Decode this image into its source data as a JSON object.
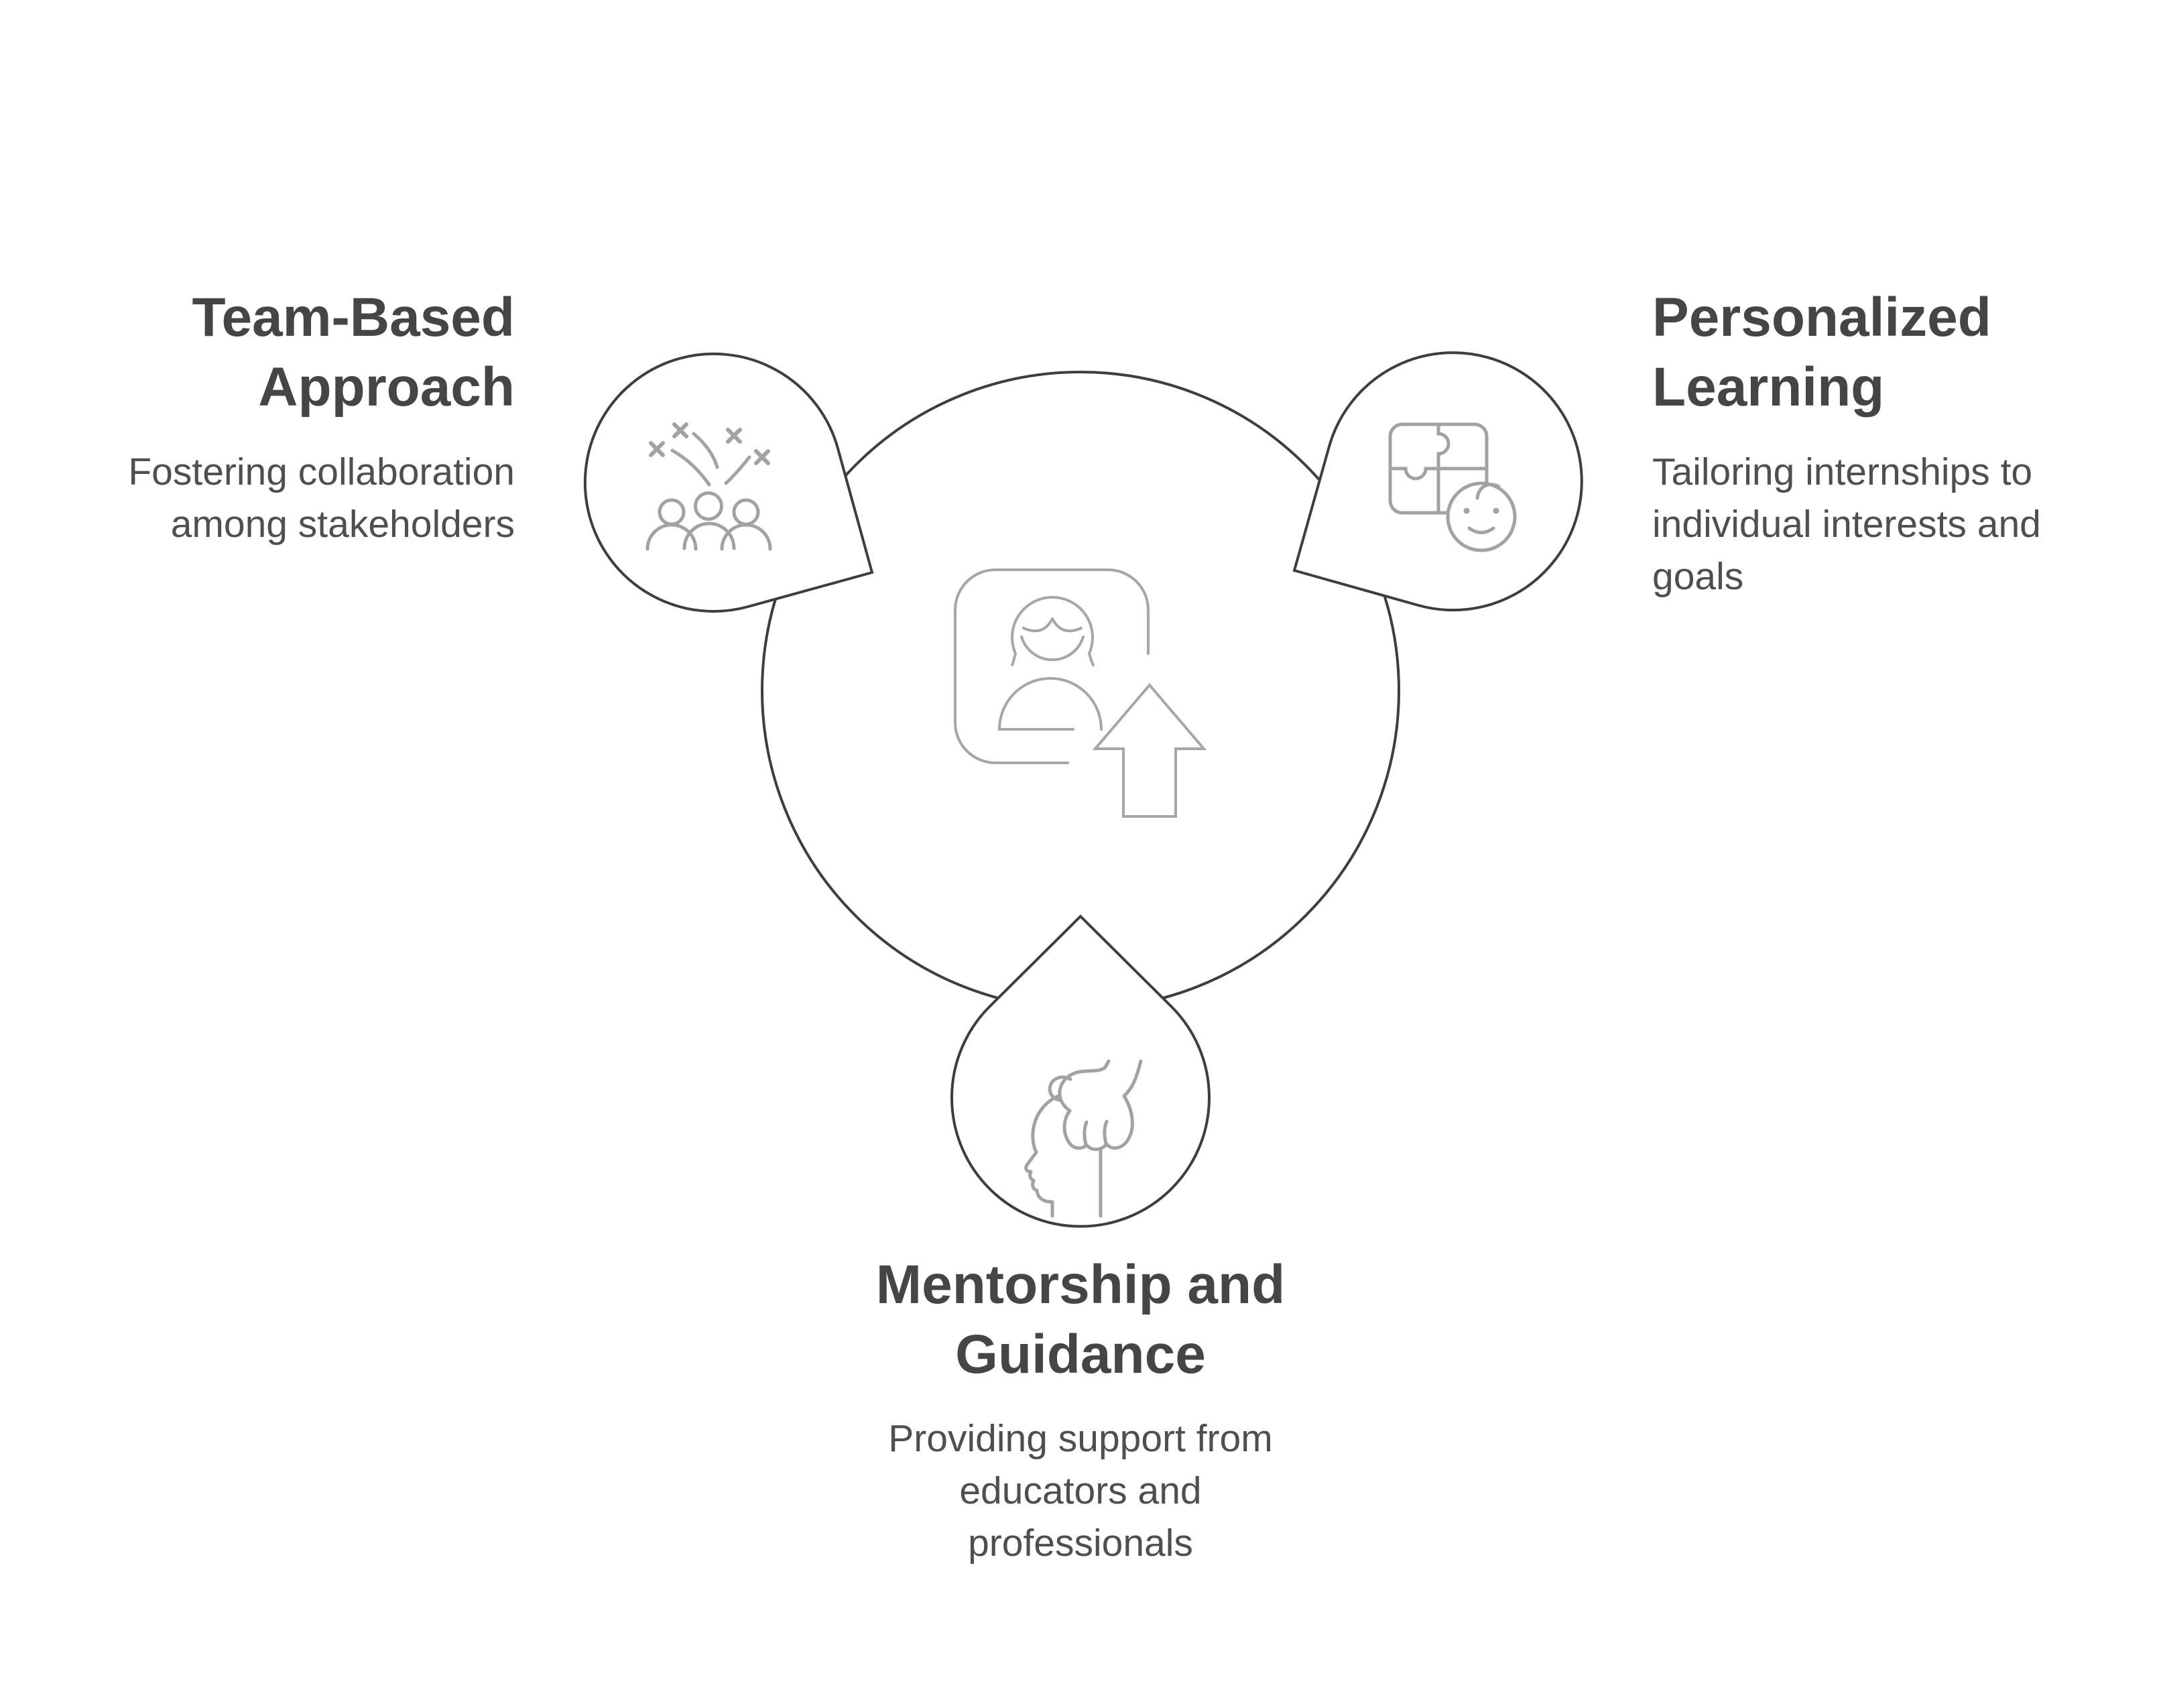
{
  "diagram": {
    "center": {
      "icon": "person-profile-upload-icon"
    },
    "nodes": [
      {
        "id": "team-based-approach",
        "title_lines": [
          "Team-Based",
          "Approach"
        ],
        "desc_lines": [
          "Fostering collaboration",
          "among stakeholders"
        ],
        "icon": "team-celebration-icon",
        "position": "top-left"
      },
      {
        "id": "personalized-learning",
        "title_lines": [
          "Personalized",
          "Learning"
        ],
        "desc_lines": [
          "Tailoring internships to",
          "individual interests and",
          "goals"
        ],
        "icon": "puzzle-child-icon",
        "position": "top-right"
      },
      {
        "id": "mentorship-and-guidance",
        "title_lines": [
          "Mentorship and",
          "Guidance"
        ],
        "desc_lines": [
          "Providing support from",
          "educators and",
          "professionals"
        ],
        "icon": "mentor-hand-head-icon",
        "position": "bottom"
      }
    ],
    "colors": {
      "background": "#ffffff",
      "outline": "#3e3e3e",
      "icon_stroke": "#a2a2a2",
      "heading_text": "#454545",
      "body_text": "#4f4f4f"
    }
  }
}
